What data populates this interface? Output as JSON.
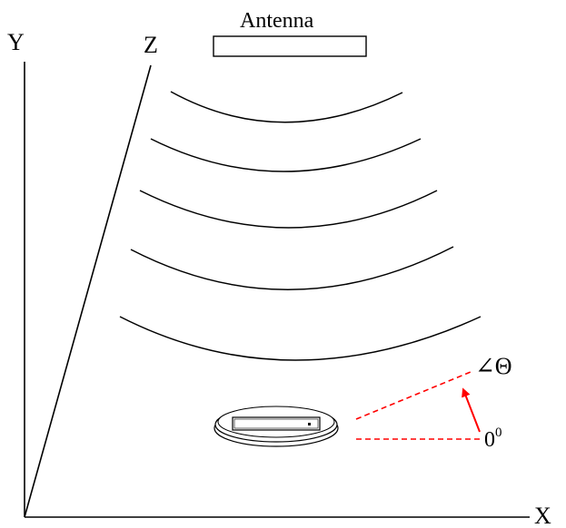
{
  "labels": {
    "y_axis": "Y",
    "z_axis": "Z",
    "x_axis": "X",
    "antenna": "Antenna",
    "angle": "∠Θ",
    "zero_base": "0",
    "zero_sup": "0"
  },
  "colors": {
    "lines": "#000000",
    "angle_guides": "#ff0000"
  }
}
